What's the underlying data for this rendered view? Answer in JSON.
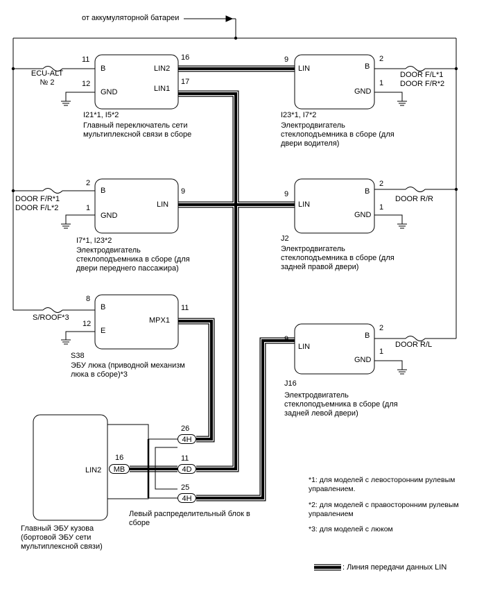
{
  "top_label": "от аккумуляторной батареи",
  "fuses": {
    "ecu_alt": [
      "ECU-ALT",
      "№ 2"
    ],
    "door_fl_fr": [
      "DOOR F/L*1",
      "DOOR F/R*2"
    ],
    "door_fr_fl": [
      "DOOR F/R*1",
      "DOOR F/L*2"
    ],
    "door_rr": "DOOR R/R",
    "sroof": "S/ROOF*3",
    "door_rl": "DOOR R/L"
  },
  "components": {
    "master_switch": {
      "terminals": [
        "B",
        "GND",
        "LIN2",
        "LIN1"
      ],
      "pins": [
        "11",
        "12",
        "16",
        "17"
      ],
      "code": "I21*1, I5*2",
      "name": "Главный переключатель сети мультиплексной связи в сборе"
    },
    "driver_motor": {
      "terminals": [
        "LIN",
        "B",
        "GND"
      ],
      "pins": [
        "9",
        "2",
        "1"
      ],
      "code": "I23*1, I7*2",
      "name": "Электродвигатель стеклоподъемника в сборе (для двери водителя)"
    },
    "passenger_motor": {
      "terminals": [
        "B",
        "GND",
        "LIN"
      ],
      "pins": [
        "2",
        "1",
        "9"
      ],
      "code": "I7*1, I23*2",
      "name": "Электродвигатель стеклоподъемника в сборе (для двери переднего пассажира)"
    },
    "rr_motor": {
      "terminals": [
        "LIN",
        "B",
        "GND"
      ],
      "pins": [
        "9",
        "2",
        "1"
      ],
      "code": "J2",
      "name": "Электродвигатель стеклоподъемника в сборе (для задней правой двери)"
    },
    "sunroof_ecu": {
      "terminals": [
        "B",
        "E",
        "MPX1"
      ],
      "pins": [
        "8",
        "12",
        "11"
      ],
      "code": "S38",
      "name": "ЭБУ люка (приводной механизм люка в сборе)*3"
    },
    "rl_motor": {
      "terminals": [
        "LIN",
        "B",
        "GND"
      ],
      "pins": [
        "9",
        "2",
        "1"
      ],
      "code": "J16",
      "name": "Электродвигатель стеклоподъемника в сборе (для задней левой двери)"
    },
    "main_body_ecu": {
      "terminal": "LIN2",
      "pin": "16",
      "connector": "MB",
      "name": "Главный ЭБУ кузова (бортовой ЭБУ сети мультиплексной связи)"
    },
    "junction_block": {
      "connectors": [
        "4H",
        "4D",
        "4H"
      ],
      "pins": [
        "26",
        "11",
        "25"
      ],
      "name": "Левый распределительный блок в сборе"
    }
  },
  "notes": [
    "*1: для моделей с левосторонним рулевым управлением.",
    "*2: для моделей с правосторонним рулевым управлением",
    "*3: для моделей с люком"
  ],
  "legend": ": Линия передачи данных LIN"
}
